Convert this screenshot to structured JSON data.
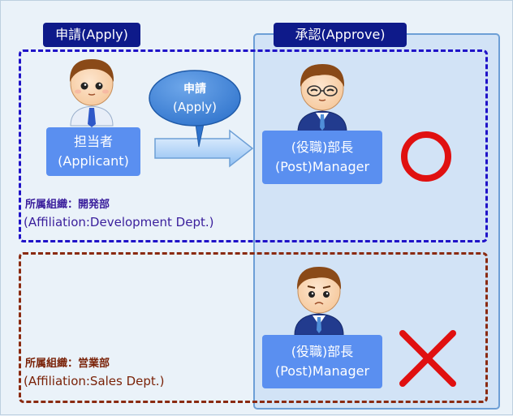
{
  "headers": {
    "apply": "申請(Apply)",
    "approve": "承認(Approve)"
  },
  "bubble": {
    "line1": "申請",
    "line2": "(Apply)"
  },
  "applicant": {
    "line1": "担当者",
    "line2": "(Applicant)"
  },
  "manager_top": {
    "line1": "(役職)部長",
    "line2": "(Post)Manager"
  },
  "manager_bottom": {
    "line1": "(役職)部長",
    "line2": "(Post)Manager"
  },
  "org_dev": {
    "title": "所属組織：開発部",
    "subtitle": "(Affiliation:Development Dept.)"
  },
  "org_sales": {
    "title": "所属組織：営業部",
    "subtitle": "(Affiliation:Sales Dept.)"
  },
  "colors": {
    "panel_border": "#6d9fd6",
    "header_bg": "#0e1a8a",
    "label_bg": "#5a8ff0",
    "dev_group_border": "#1f12c8",
    "sales_group_border": "#8a2a10",
    "mark_red": "#e01010"
  }
}
